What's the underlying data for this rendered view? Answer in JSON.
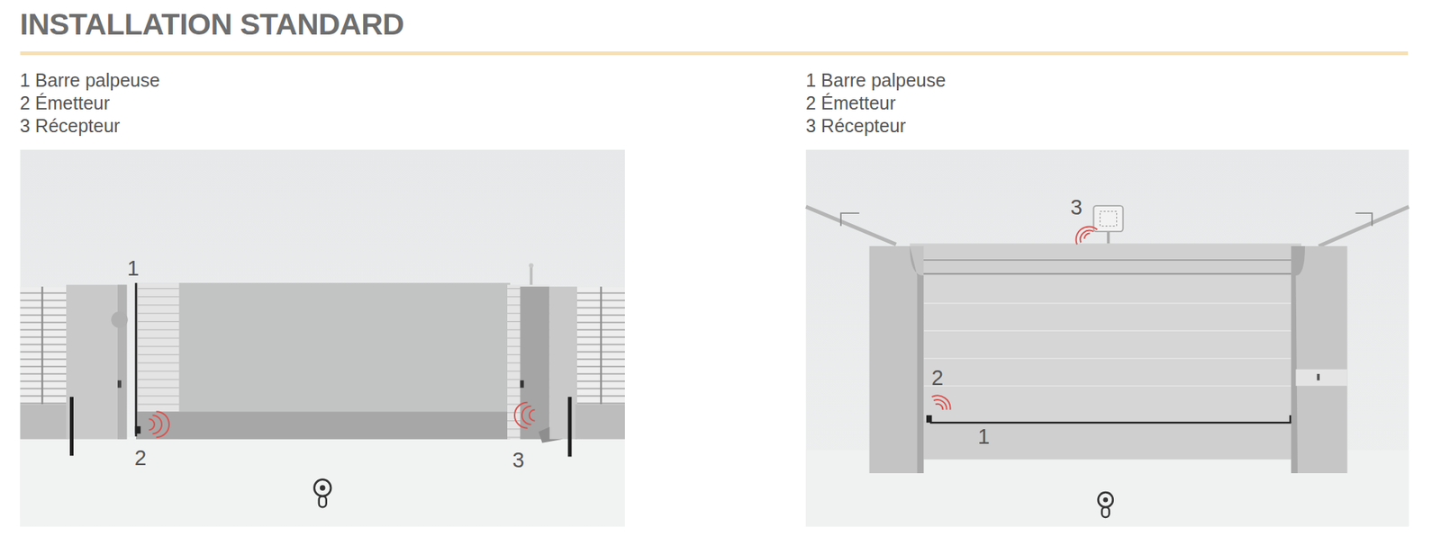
{
  "diagram": {
    "title": "INSTALLATION STANDARD",
    "labels": [
      "1 Barre palpeuse",
      "2 Émetteur",
      "3 Récepteur",
      "1",
      "2",
      "3",
      "1 Barre palpeuse",
      "2 Émetteur",
      "3 Récepteur",
      "3",
      "2",
      "1"
    ]
  }
}
